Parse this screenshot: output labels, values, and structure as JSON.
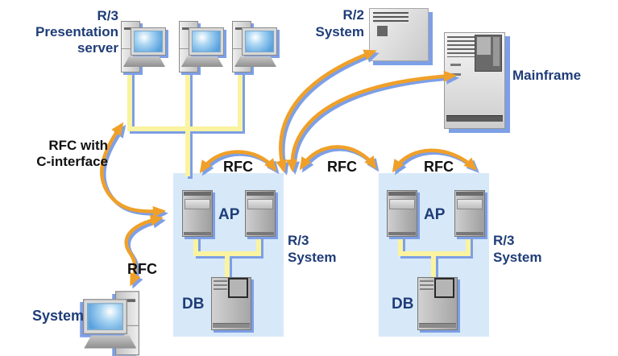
{
  "labels": {
    "presentation": [
      "R/3",
      "Presentation",
      "server"
    ],
    "r2": [
      "R/2",
      "System"
    ],
    "mainframe": "Mainframe",
    "rfc_c_interface": [
      "RFC with",
      "C-interface"
    ],
    "rfc_top_left": "RFC",
    "rfc_top_middle": "RFC",
    "rfc_top_right": "RFC",
    "rfc_bottom": "RFC",
    "ap_left": "AP",
    "ap_right": "AP",
    "db_left": "DB",
    "db_right": "DB",
    "r3_left": [
      "R/3",
      "System"
    ],
    "r3_right": [
      "R/3",
      "System"
    ],
    "external_system": "System"
  },
  "connections": [
    {
      "between": [
        "r3-presentation-server-bus",
        "r3-system-left-ap"
      ],
      "label": "RFC with C-interface",
      "bidirectional": true
    },
    {
      "between": [
        "r3-system-left-ap",
        "external-system"
      ],
      "label": "RFC",
      "bidirectional": true
    },
    {
      "between": [
        "r3-system-left-top-left",
        "r3-system-left-top-right"
      ],
      "label": "RFC",
      "bidirectional": true
    },
    {
      "between": [
        "r3-system-left-top-right",
        "r2-system"
      ],
      "label": "",
      "bidirectional": true
    },
    {
      "between": [
        "r3-system-left-top-right",
        "mainframe"
      ],
      "label": "",
      "bidirectional": true
    },
    {
      "between": [
        "r3-system-left",
        "r3-system-right"
      ],
      "label": "RFC",
      "bidirectional": true
    },
    {
      "between": [
        "r3-system-right-top-left",
        "r3-system-right-top-right"
      ],
      "label": "RFC",
      "bidirectional": true
    }
  ],
  "icons": {
    "workstation-icon": "css-shape tower+monitor+keyboard",
    "app-server-icon": "css-shape gray tower",
    "db-server-icon": "css-shape gray tower with CRT square",
    "r2-system-icon": "css-shape flat gray cabinet",
    "mainframe-icon": "css-shape tall gray cabinet"
  },
  "colors": {
    "accent_orange": "#F0A028",
    "link_blue": "#7D9FE6",
    "cable_yellow": "#FAF3A0",
    "box_fill": "#D7E9F9",
    "label_navy": "#1F3D78",
    "label_black": "#111111"
  }
}
